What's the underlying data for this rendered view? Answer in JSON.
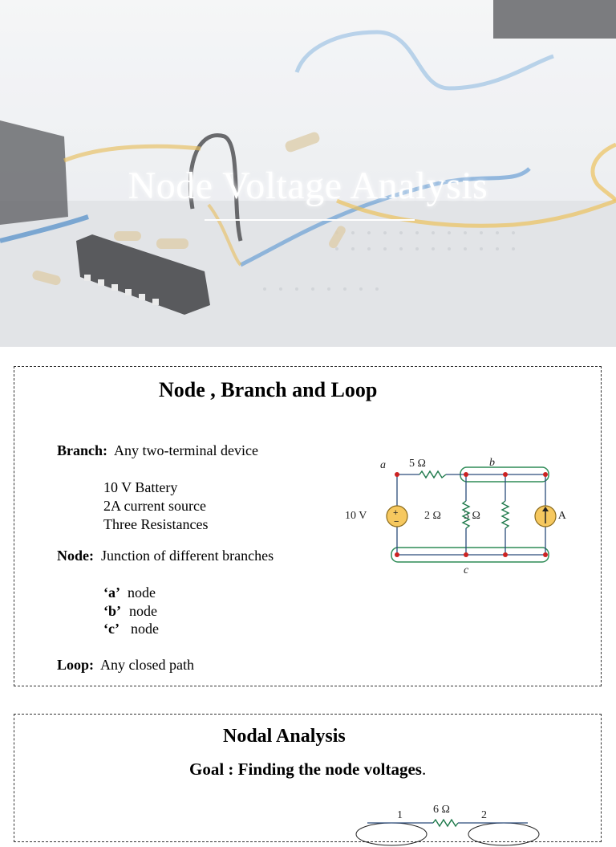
{
  "hero": {
    "title": "Node Voltage Analysis"
  },
  "slide1": {
    "title": "Node , Branch and Loop",
    "branch": {
      "label": "Branch:",
      "text": "Any two-terminal device",
      "items": [
        "10 V Battery",
        "2A current source",
        "Three Resistances"
      ]
    },
    "node": {
      "label": "Node:",
      "text": "Junction of different branches",
      "items": [
        {
          "name": "‘a’",
          "suffix": "node"
        },
        {
          "name": "‘b’",
          "suffix": "node"
        },
        {
          "name": "‘c’",
          "suffix": "node"
        }
      ]
    },
    "loop": {
      "label": "Loop:",
      "text": "Any closed path"
    },
    "circuit": {
      "node_a": "a",
      "node_b": "b",
      "node_c": "c",
      "r_series": "5 Ω",
      "r_left": "2 Ω",
      "r_right": "3 Ω",
      "source_v": "10 V",
      "source_i": "2 A"
    }
  },
  "slide2": {
    "title": "Nodal Analysis",
    "goal_bold": "Goal : Finding the node voltages",
    "goal_tail": ".",
    "circuit": {
      "node_1": "1",
      "node_2": "2",
      "r_series": "6 Ω"
    }
  },
  "colors": {
    "wire_green": "#2e8b57",
    "node_red": "#cc2222",
    "source_fill": "#f6c85f",
    "resistor_green": "#1f7a4c"
  }
}
